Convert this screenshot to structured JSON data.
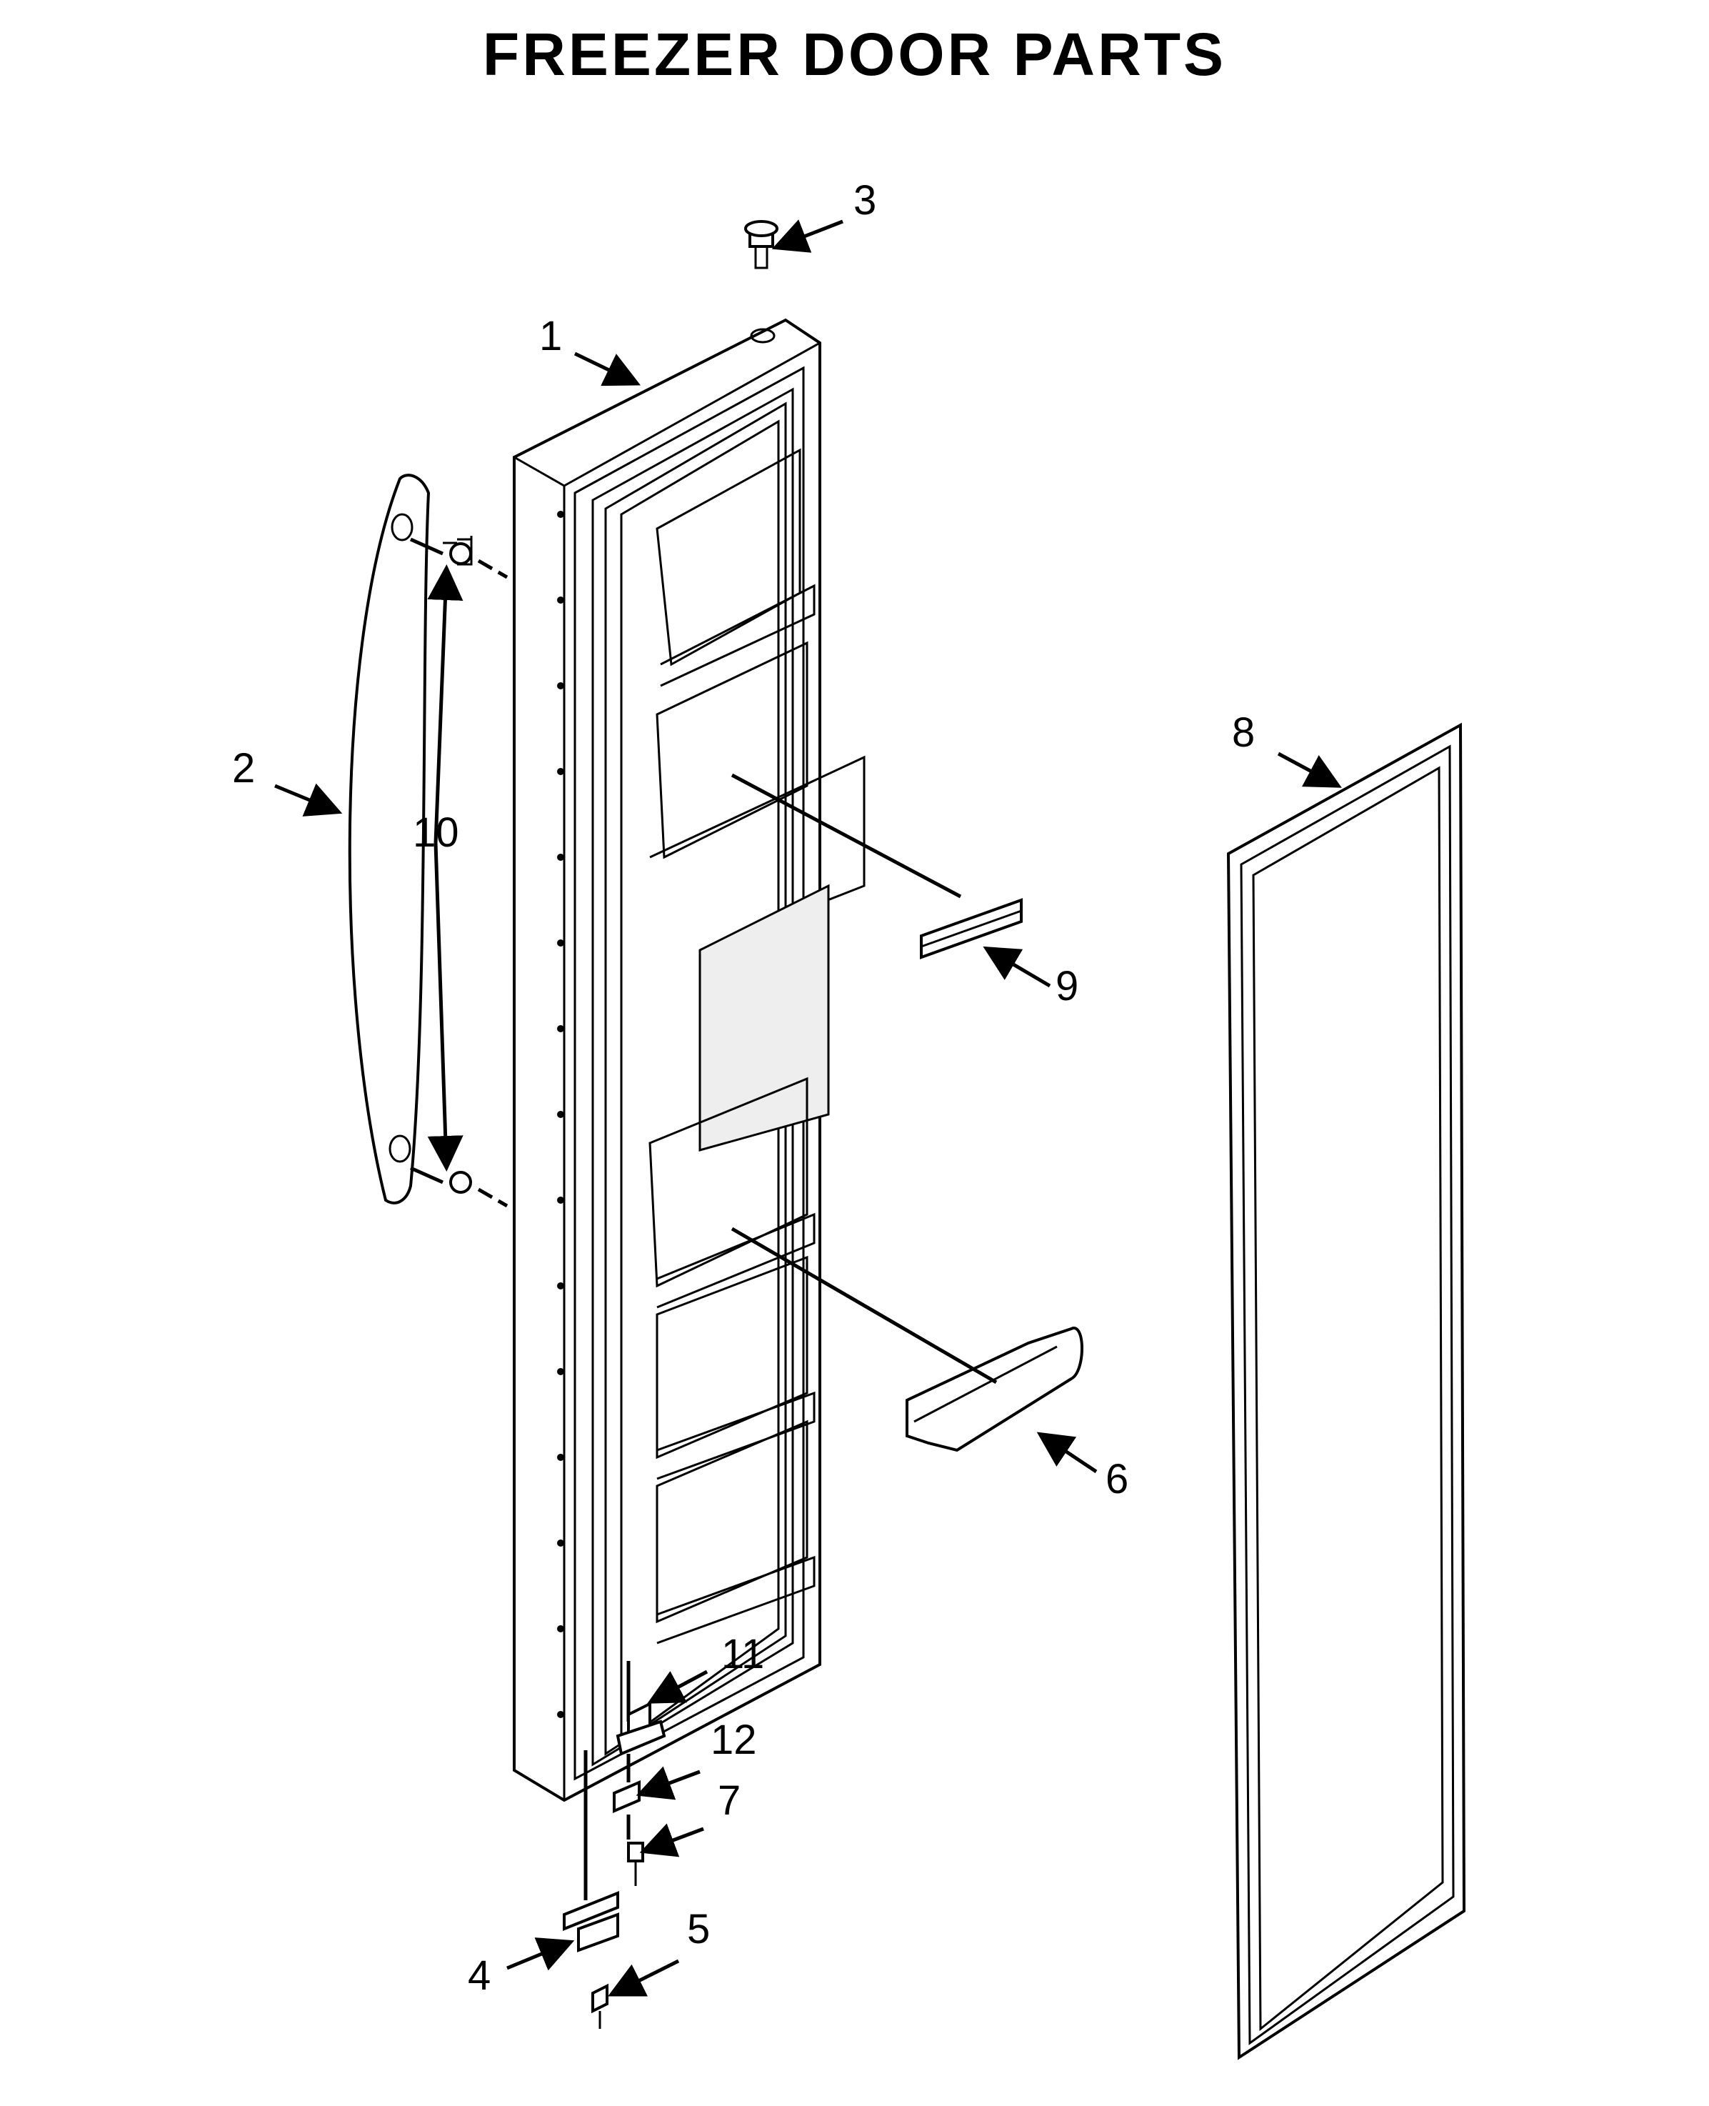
{
  "title": "FREEZER DOOR PARTS",
  "callouts": [
    "1",
    "2",
    "3",
    "4",
    "5",
    "6",
    "7",
    "8",
    "9",
    "10",
    "11",
    "12"
  ]
}
